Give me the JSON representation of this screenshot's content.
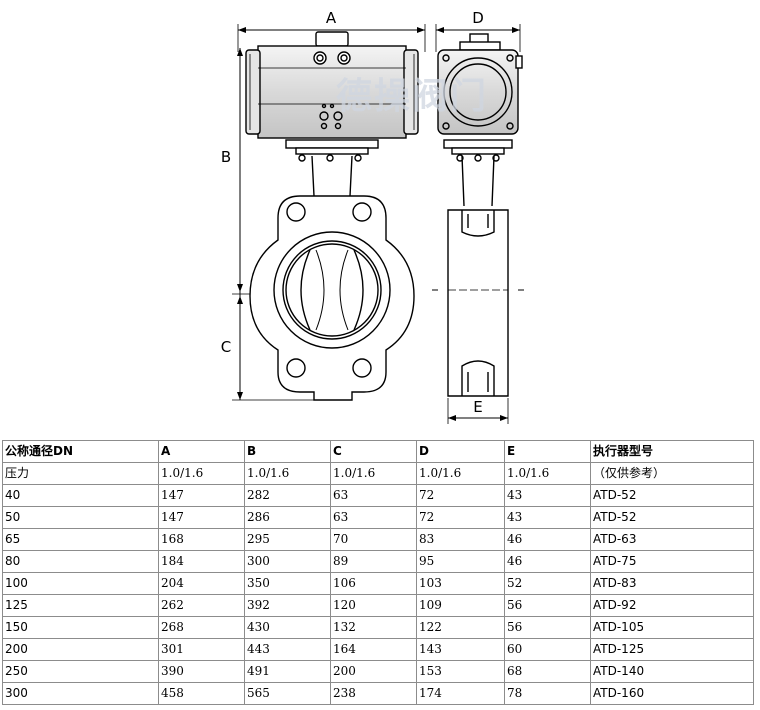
{
  "drawing": {
    "dim_labels": {
      "a": "A",
      "b": "B",
      "c": "C",
      "d": "D",
      "e": "E"
    },
    "watermark": "德操阀门"
  },
  "table": {
    "headers": [
      "公称通径DN",
      "A",
      "B",
      "C",
      "D",
      "E",
      "执行器型号"
    ],
    "pressure_row": [
      "压力",
      "1.0/1.6",
      "1.0/1.6",
      "1.0/1.6",
      "1.0/1.6",
      "1.0/1.6",
      "（仅供参考）"
    ],
    "rows": [
      [
        "40",
        "147",
        "282",
        "63",
        "72",
        "43",
        "ATD-52"
      ],
      [
        "50",
        "147",
        "286",
        "63",
        "72",
        "43",
        "ATD-52"
      ],
      [
        "65",
        "168",
        "295",
        "70",
        "83",
        "46",
        "ATD-63"
      ],
      [
        "80",
        "184",
        "300",
        "89",
        "95",
        "46",
        "ATD-75"
      ],
      [
        "100",
        "204",
        "350",
        "106",
        "103",
        "52",
        "ATD-83"
      ],
      [
        "125",
        "262",
        "392",
        "120",
        "109",
        "56",
        "ATD-92"
      ],
      [
        "150",
        "268",
        "430",
        "132",
        "122",
        "56",
        "ATD-105"
      ],
      [
        "200",
        "301",
        "443",
        "164",
        "143",
        "60",
        "ATD-125"
      ],
      [
        "250",
        "390",
        "491",
        "200",
        "153",
        "68",
        "ATD-140"
      ],
      [
        "300",
        "458",
        "565",
        "238",
        "174",
        "78",
        "ATD-160"
      ]
    ]
  }
}
